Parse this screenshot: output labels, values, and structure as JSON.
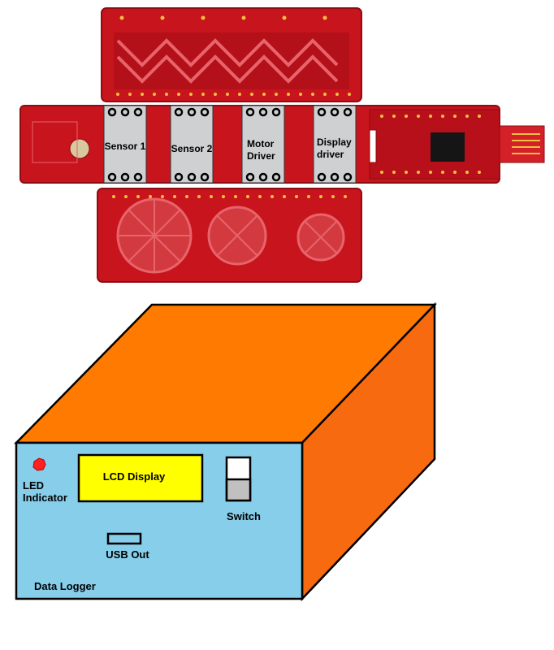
{
  "colors": {
    "pcb_red": "#c8141c",
    "pcb_dark": "#8e0c12",
    "pcb_trace": "#e8646a",
    "module_gray": "#cfd0d2",
    "box_front": "#87ceeb",
    "box_top": "#ff7a00",
    "box_side": "#f76a0f",
    "lcd_yellow": "#ffff00",
    "led_red": "#ff2020",
    "outline": "#000000"
  },
  "board": {
    "modules": [
      {
        "label": "Sensor 1"
      },
      {
        "label": "Sensor 2"
      },
      {
        "label": "Motor Driver",
        "line1": "Motor",
        "line2": "Driver"
      },
      {
        "label": "Display driver",
        "line1": "Display",
        "line2": "driver"
      }
    ]
  },
  "logger": {
    "led_label_line1": "LED",
    "led_label_line2": "Indicator",
    "lcd_label": "LCD Display",
    "switch_label": "Switch",
    "usb_label": "USB Out",
    "device_label": "Data Logger"
  }
}
